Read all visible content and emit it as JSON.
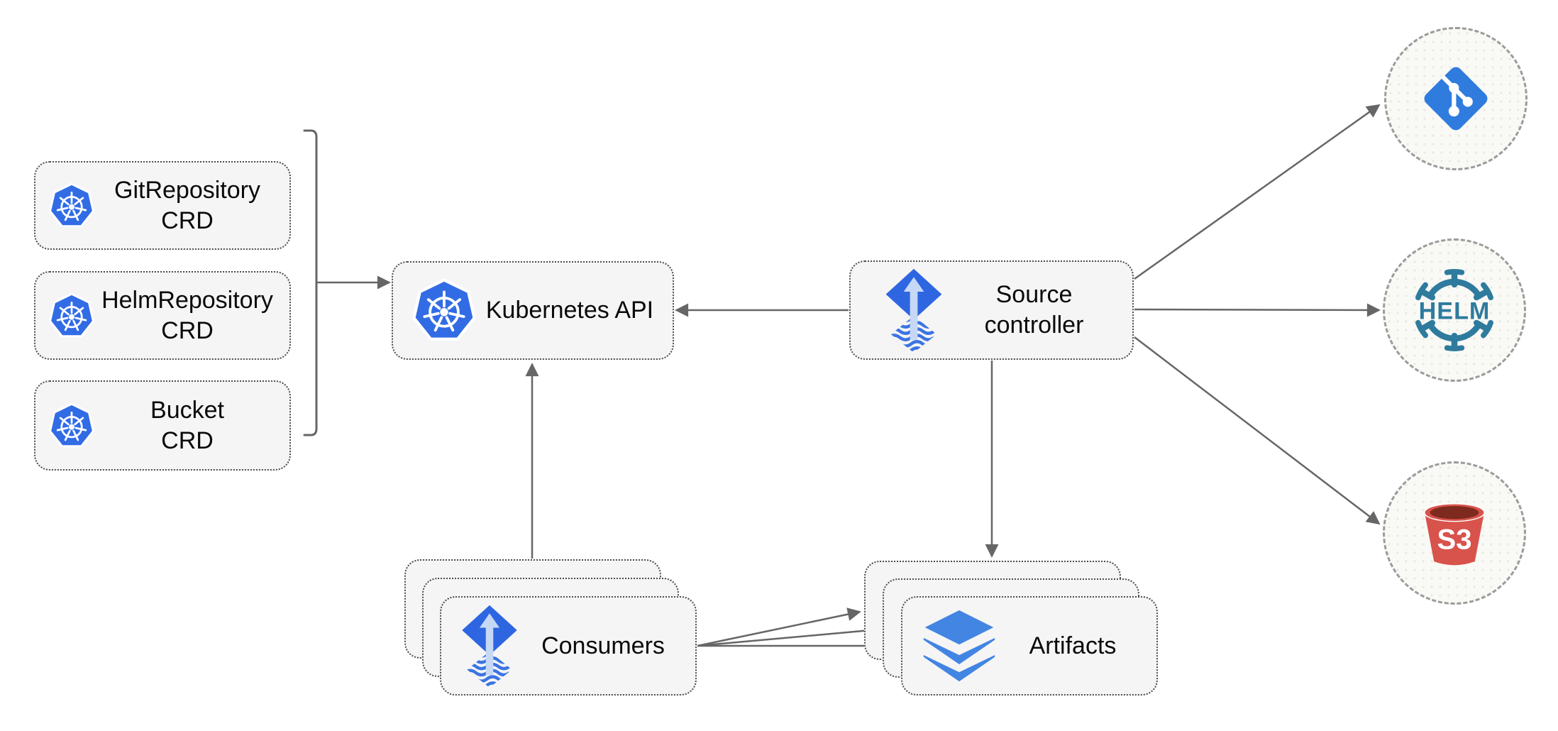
{
  "diagram": {
    "name": "source-controller architecture diagram"
  },
  "colors": {
    "box_fill": "#F5F5F5",
    "box_border": "#4D4D4D",
    "arrow_gray": "#666666",
    "kubernetes_blue": "#326CE5",
    "flux_blue": "#2E66E2",
    "flux_arrow_light": "#C6D8F5",
    "flux_wave_blue": "#3B74E3",
    "layers_blue": "#4285E2",
    "git_blue": "#2F7CDE",
    "helm_teal": "#2E7B9E",
    "s3_red": "#D8534B",
    "s3_dark_red": "#7E2A1E",
    "circle_fill": "#F9F9F6",
    "circle_border": "#9B9B9B"
  },
  "nodes": {
    "crds": [
      {
        "name": "GitRepository",
        "type": "CRD",
        "icon": "kubernetes-icon"
      },
      {
        "name": "HelmRepository",
        "type": "CRD",
        "icon": "kubernetes-icon"
      },
      {
        "name": "Bucket",
        "type": "CRD",
        "icon": "kubernetes-icon"
      }
    ],
    "kubernetes_api": {
      "label": "Kubernetes API",
      "icon": "kubernetes-icon"
    },
    "source_controller": {
      "label_line1": "Source",
      "label_line2": "controller",
      "icon": "flux-icon"
    },
    "consumers": {
      "label": "Consumers",
      "icon": "flux-icon",
      "stacked": 3
    },
    "artifacts": {
      "label": "Artifacts",
      "icon": "layers-icon",
      "stacked": 3
    },
    "external_sources": {
      "git": {
        "icon": "git-icon"
      },
      "helm": {
        "icon": "helm-wheel-icon",
        "text": "HELM"
      },
      "s3": {
        "icon": "s3-bucket-icon",
        "text": "S3"
      }
    }
  },
  "edges": [
    "crds-group to kubernetes-api",
    "source-controller to kubernetes-api",
    "consumers to kubernetes-api",
    "source-controller to artifacts",
    "source-controller to git",
    "source-controller to helm",
    "source-controller to s3",
    "consumers to artifacts (x3)"
  ]
}
